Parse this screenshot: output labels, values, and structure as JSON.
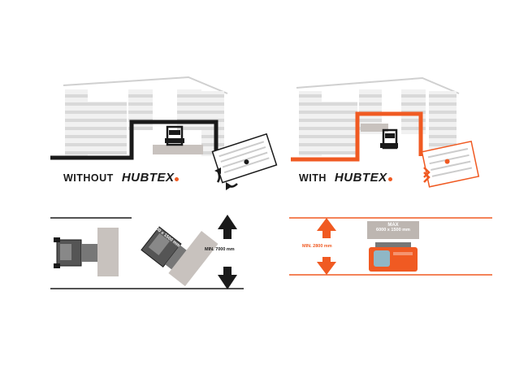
{
  "colors": {
    "accent": "#f05a22",
    "dark": "#1a1a1a",
    "shelf": "#eeeeee",
    "shelf_stripe": "#dadada",
    "load": "#c8c2be",
    "roof": "#d0d0d0"
  },
  "left_panel": {
    "caption_prefix": "WITHOUT",
    "brand": "HUBTEX",
    "load_label_1": "MAX",
    "load_label_2": "6000 x 1500 mm",
    "dimension_label": "MIN. 7000 mm"
  },
  "right_panel": {
    "caption_prefix": "WITH",
    "brand": "HUBTEX",
    "load_label_1": "MAX",
    "load_label_2": "6000 x 1500 mm",
    "dimension_label": "MIN. 2800 mm"
  },
  "icons": [
    "building-icon",
    "forklift-icon",
    "arrow-up-icon",
    "arrow-down-icon",
    "turning-arrow-icon"
  ]
}
